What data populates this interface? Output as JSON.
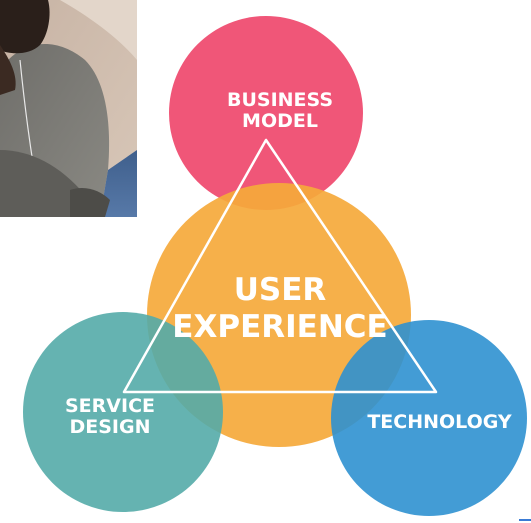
{
  "diagram": {
    "circles": [
      {
        "id": "business-model",
        "lines": [
          "BUSINESS",
          "MODEL"
        ],
        "color": "#ee4469"
      },
      {
        "id": "user-experience",
        "lines": [
          "USER",
          "EXPERIENCE"
        ],
        "color": "#f5a93b"
      },
      {
        "id": "service-design",
        "lines": [
          "SERVICE",
          "DESIGN"
        ],
        "color": "#54aba8"
      },
      {
        "id": "technology",
        "lines": [
          "TECHNOLOGY"
        ],
        "color": "#2f91d0"
      }
    ],
    "triangle_color": "#ffffff"
  },
  "photo": {
    "description_icon": "person-photo-fragment"
  }
}
